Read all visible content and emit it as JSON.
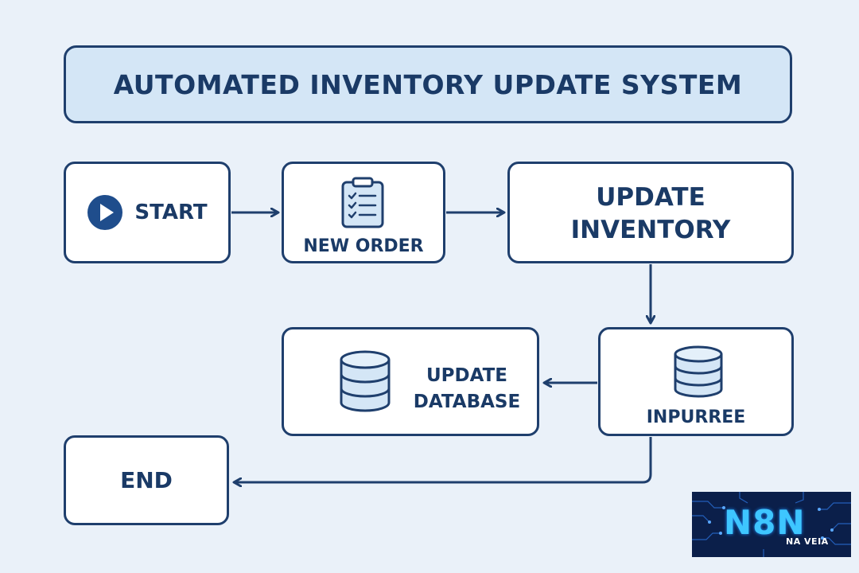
{
  "title": "AUTOMATED INVENTORY UPDATE SYSTEM",
  "nodes": {
    "start": "START",
    "new_order": "NEW ORDER",
    "update_inventory_line1": "UPDATE",
    "update_inventory_line2": "INVENTORY",
    "inpurree": "INPURREE",
    "update_database_line1": "UPDATE",
    "update_database_line2": "DATABASE",
    "end": "END"
  },
  "icons": {
    "start": "play-icon",
    "new_order": "clipboard-checklist-icon",
    "inpurree": "database-icon",
    "update_database": "database-icon"
  },
  "logo": {
    "main": "N8N",
    "sub": "NA VEIA"
  },
  "colors": {
    "background": "#eaf1f9",
    "title_fill": "#d4e6f6",
    "stroke": "#1f3f6d",
    "text": "#1a3a66",
    "node_fill": "#ffffff",
    "icon_fill": "#d4e6f6"
  }
}
